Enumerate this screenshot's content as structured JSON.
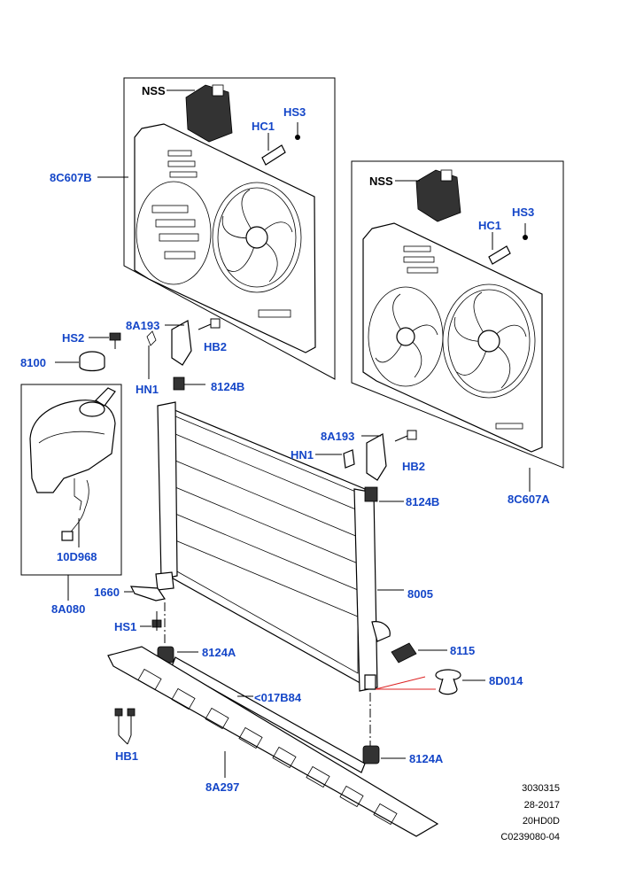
{
  "callouts": {
    "nss_b": "NSS",
    "hc1_b": "HC1",
    "hs3_b": "HS3",
    "c8c607b": "8C607B",
    "nss_a": "NSS",
    "hc1_a": "HC1",
    "hs3_a": "HS3",
    "c8a193_top": "8A193",
    "hs2": "HS2",
    "hb2_top": "HB2",
    "c8100": "8100",
    "hn1_top": "HN1",
    "c8124b_top": "8124B",
    "c8a193_mid": "8A193",
    "hn1_mid": "HN1",
    "hb2_mid": "HB2",
    "c8124b_mid": "8124B",
    "c8c607a": "8C607A",
    "c10d968": "10D968",
    "c8a080": "8A080",
    "c1660": "1660",
    "c8005": "8005",
    "hs1": "HS1",
    "c8124a_top": "8124A",
    "c8115": "8115",
    "c8d014": "8D014",
    "c017b84": "<017B84",
    "hb1": "HB1",
    "c8124a_bot": "8124A",
    "c8a297": "8A297"
  },
  "reference": {
    "line1": "3030315",
    "line2": "28-2017",
    "line3": "20HD0D",
    "line4": "C0239080-04"
  },
  "colors": {
    "callout": "#1446c8",
    "line": "#000000",
    "background": "#ffffff"
  }
}
